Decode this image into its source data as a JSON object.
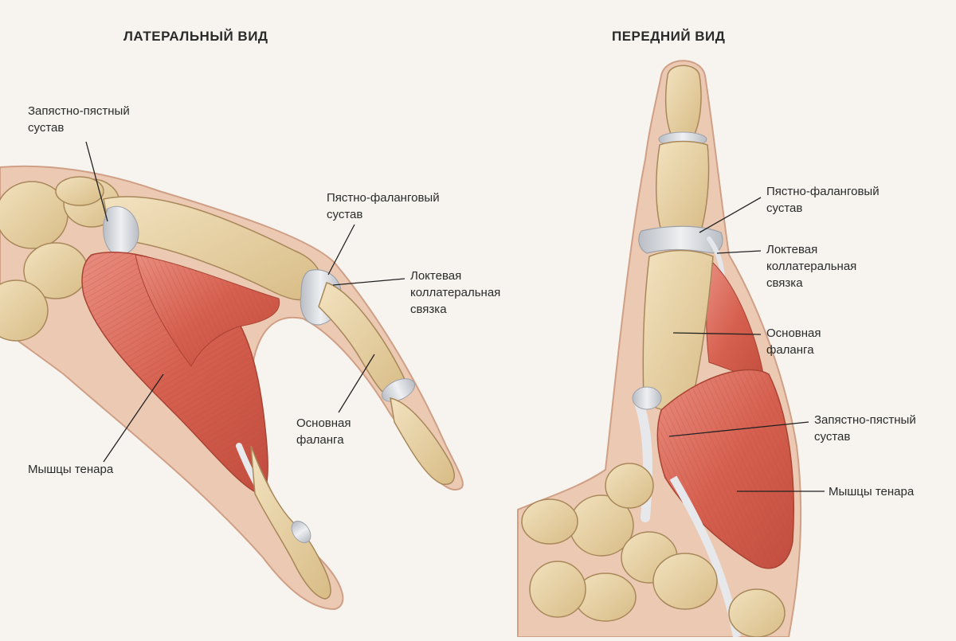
{
  "views": {
    "lateral": {
      "title": "ЛАТЕРАЛЬНЫЙ ВИД",
      "labels": {
        "cmc_joint": "Запястно-пястный\nсустав",
        "mcp_joint": "Пястно-фаланговый\nсустав",
        "ucl": "Локтевая\nколлатеральная\nсвязка",
        "proximal_phalanx": "Основная\nфаланга",
        "thenar": "Мышцы тенара"
      }
    },
    "anterior": {
      "title": "ПЕРЕДНИЙ ВИД",
      "labels": {
        "mcp_joint": "Пястно-фаланговый\nсустав",
        "ucl": "Локтевая\nколлатеральная\nсвязка",
        "proximal_phalanx": "Основная\nфаланга",
        "cmc_joint": "Запястно-пястный\nсустав",
        "thenar": "Мышцы тенара"
      }
    }
  },
  "colors": {
    "background": "#f7f4ef",
    "bone": "#e6cfa0",
    "bone_outline": "#a8885a",
    "muscle": "#d9675a",
    "muscle_light": "#e99287",
    "ligament": "#d4d7dc",
    "skin": "#e9c4ad",
    "leader_line": "#222222"
  }
}
